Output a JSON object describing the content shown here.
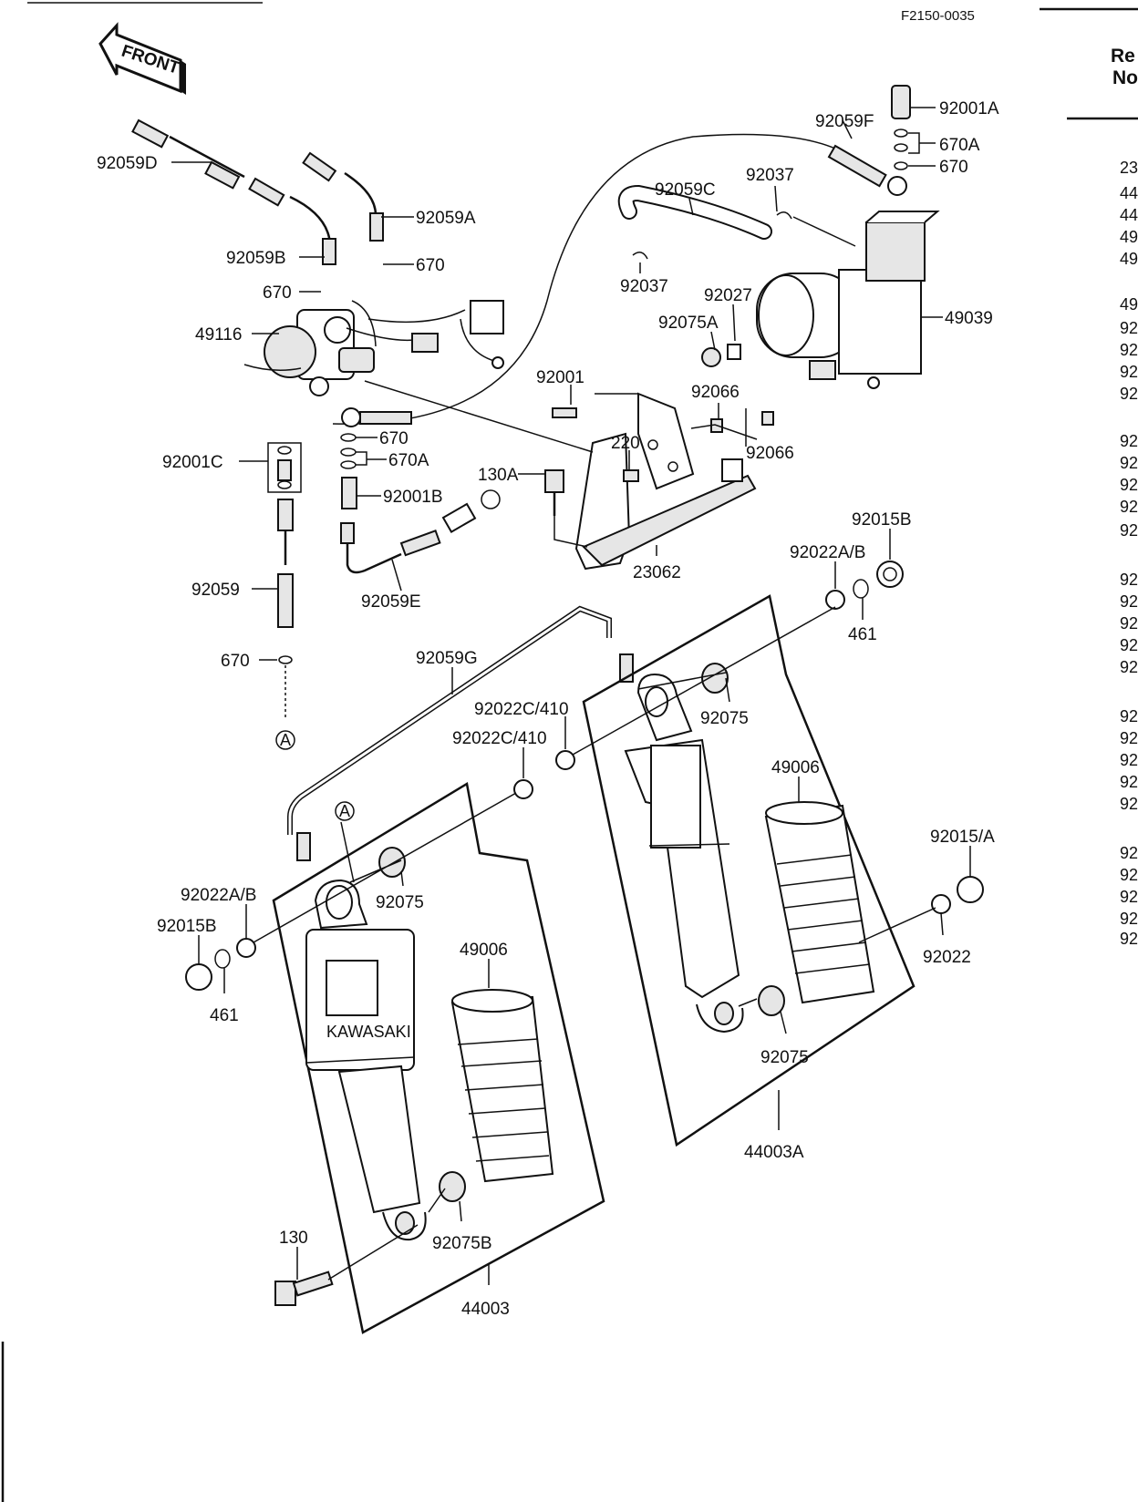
{
  "figure_code": "F2150-0035",
  "front_label": "FRONT",
  "circle_ref": "A",
  "labels": {
    "p92001A": "92001A",
    "p92059F": "92059F",
    "p670A_top": "670A",
    "p670_top": "670",
    "p92037_a": "92037",
    "p92059C": "92059C",
    "p92059D": "92059D",
    "p92059A": "92059A",
    "p92059B": "92059B",
    "p670_b": "670",
    "p670_c": "670",
    "p92037_b": "92037",
    "p92027": "92027",
    "p49039": "49039",
    "p49116": "49116",
    "p92075A": "92075A",
    "p92001": "92001",
    "p92066_a": "92066",
    "p670_d": "670",
    "p220": "220",
    "p92066_b": "92066",
    "p92001C": "92001C",
    "p670A_mid": "670A",
    "p130A": "130A",
    "p92001B": "92001B",
    "p92015B_top": "92015B",
    "p23062": "23062",
    "p92022AB_top": "92022A/B",
    "p92059": "92059",
    "p92059E": "92059E",
    "p461_top": "461",
    "p670_e": "670",
    "p92059G": "92059G",
    "p92022C410_a": "92022C/410",
    "p92075_a": "92075",
    "p92022C410_b": "92022C/410",
    "p49006_r": "49006",
    "p92015A": "92015/A",
    "p92022AB_left": "92022A/B",
    "p92075_b": "92075",
    "p92015B_left": "92015B",
    "p49006_l": "49006",
    "p92022": "92022",
    "p461_left": "461",
    "p92075_c": "92075",
    "p44003A": "44003A",
    "p130": "130",
    "p92075B": "92075B",
    "p44003": "44003"
  },
  "right_column": {
    "header_line1": "Re",
    "header_line2": "No",
    "fragments": [
      "23",
      "44",
      "44",
      "49",
      "49",
      "49",
      "92",
      "92",
      "92",
      "92",
      "92",
      "92",
      "92",
      "92",
      "92",
      "92",
      "92",
      "92",
      "92",
      "92",
      "92",
      "92",
      "92",
      "92",
      "92",
      "92",
      "92",
      "92",
      "92",
      "92"
    ]
  }
}
